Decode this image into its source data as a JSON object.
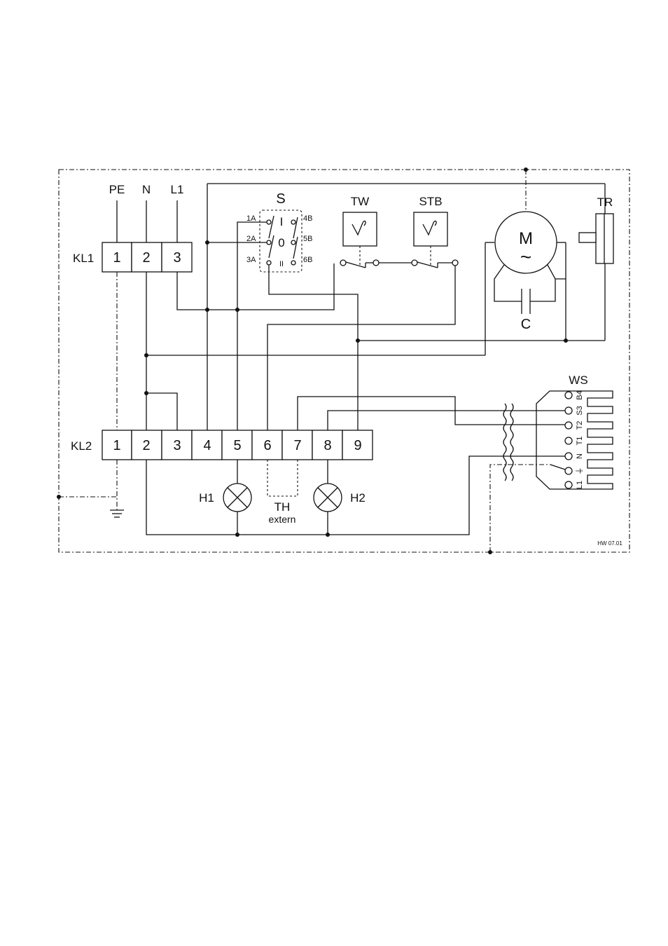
{
  "power": {
    "pe": "PE",
    "n": "N",
    "l1": "L1"
  },
  "kl1": {
    "label": "KL1",
    "terminals": [
      "1",
      "2",
      "3"
    ]
  },
  "kl2": {
    "label": "KL2",
    "terminals": [
      "1",
      "2",
      "3",
      "4",
      "5",
      "6",
      "7",
      "8",
      "9"
    ]
  },
  "switch": {
    "label": "S",
    "positions": [
      "I",
      "0",
      "II"
    ],
    "left_contacts": [
      "1A",
      "2A",
      "3A"
    ],
    "right_contacts": [
      "4B",
      "5B",
      "6B"
    ]
  },
  "tw": {
    "label": "TW"
  },
  "stb": {
    "label": "STB"
  },
  "motor": {
    "label": "M",
    "symbol": "~"
  },
  "capacitor": {
    "label": "C"
  },
  "tr": {
    "label": "TR"
  },
  "ws": {
    "label": "WS",
    "pins": [
      "B4",
      "S3",
      "T2",
      "T1",
      "N",
      "⏚",
      "L1"
    ]
  },
  "lamps": {
    "h1": "H1",
    "h2": "H2"
  },
  "th": {
    "label": "TH",
    "sub": "extern"
  },
  "stamp": "HW 07.01"
}
